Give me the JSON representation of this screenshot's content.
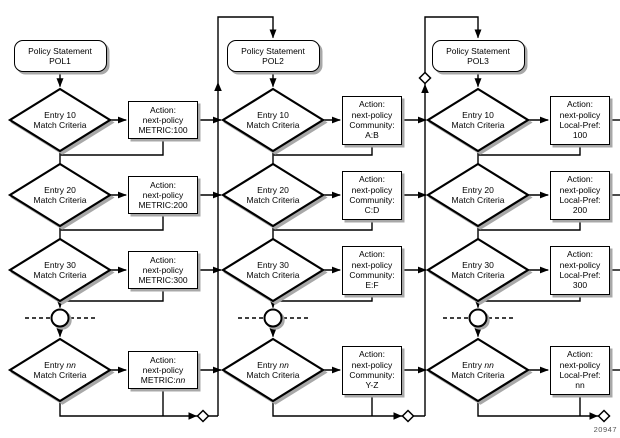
{
  "figure_label": "20947",
  "colors": {
    "line": "#000000",
    "shadow": "#a8a8a8",
    "background": "#ffffff",
    "figure_label_color": "#555555"
  },
  "columns": [
    {
      "policy": {
        "line1": "Policy Statement",
        "line2": "POL1"
      },
      "entries": [
        {
          "line1": "Entry 10",
          "line2": "Match Criteria"
        },
        {
          "line1": "Entry 20",
          "line2": "Match Criteria"
        },
        {
          "line1": "Entry 30",
          "line2": "Match Criteria"
        },
        {
          "line1": "Entry",
          "line1_italic": "nn",
          "line2": "Match Criteria"
        }
      ],
      "actions": [
        {
          "line1": "Action:",
          "line2": "next-policy",
          "line3": "METRIC:100"
        },
        {
          "line1": "Action:",
          "line2": "next-policy",
          "line3": "METRIC:200"
        },
        {
          "line1": "Action:",
          "line2": "next-policy",
          "line3": "METRIC:300"
        },
        {
          "line1": "Action:",
          "line2": "next-policy",
          "line3": "METRIC:",
          "line3_italic": "nn"
        }
      ]
    },
    {
      "policy": {
        "line1": "Policy Statement",
        "line2": "POL2"
      },
      "entries": [
        {
          "line1": "Entry 10",
          "line2": "Match Criteria"
        },
        {
          "line1": "Entry 20",
          "line2": "Match Criteria"
        },
        {
          "line1": "Entry 30",
          "line2": "Match Criteria"
        },
        {
          "line1": "Entry",
          "line1_italic": "nn",
          "line2": "Match Criteria"
        }
      ],
      "actions": [
        {
          "line1": "Action:",
          "line2": "next-policy",
          "line3": "Community:",
          "line4": "A:B"
        },
        {
          "line1": "Action:",
          "line2": "next-policy",
          "line3": "Community:",
          "line4": "C:D"
        },
        {
          "line1": "Action:",
          "line2": "next-policy",
          "line3": "Community:",
          "line4": "E:F"
        },
        {
          "line1": "Action:",
          "line2": "next-policy",
          "line3": "Community:",
          "line4": "Y-Z"
        }
      ]
    },
    {
      "policy": {
        "line1": "Policy Statement",
        "line2": "POL3"
      },
      "entries": [
        {
          "line1": "Entry 10",
          "line2": "Match Criteria"
        },
        {
          "line1": "Entry 20",
          "line2": "Match Criteria"
        },
        {
          "line1": "Entry 30",
          "line2": "Match Criteria"
        },
        {
          "line1": "Entry",
          "line1_italic": "nn",
          "line2": "Match Criteria"
        }
      ],
      "actions": [
        {
          "line1": "Action:",
          "line2": "next-policy",
          "line3": "Local-Pref:",
          "line4": "100"
        },
        {
          "line1": "Action:",
          "line2": "next-policy",
          "line3": "Local-Pref:",
          "line4": "200"
        },
        {
          "line1": "Action:",
          "line2": "next-policy",
          "line3": "Local-Pref:",
          "line4": "300"
        },
        {
          "line1": "Action:",
          "line2": "next-policy",
          "line3": "Local-Pref:",
          "line4": "nn"
        }
      ]
    }
  ]
}
